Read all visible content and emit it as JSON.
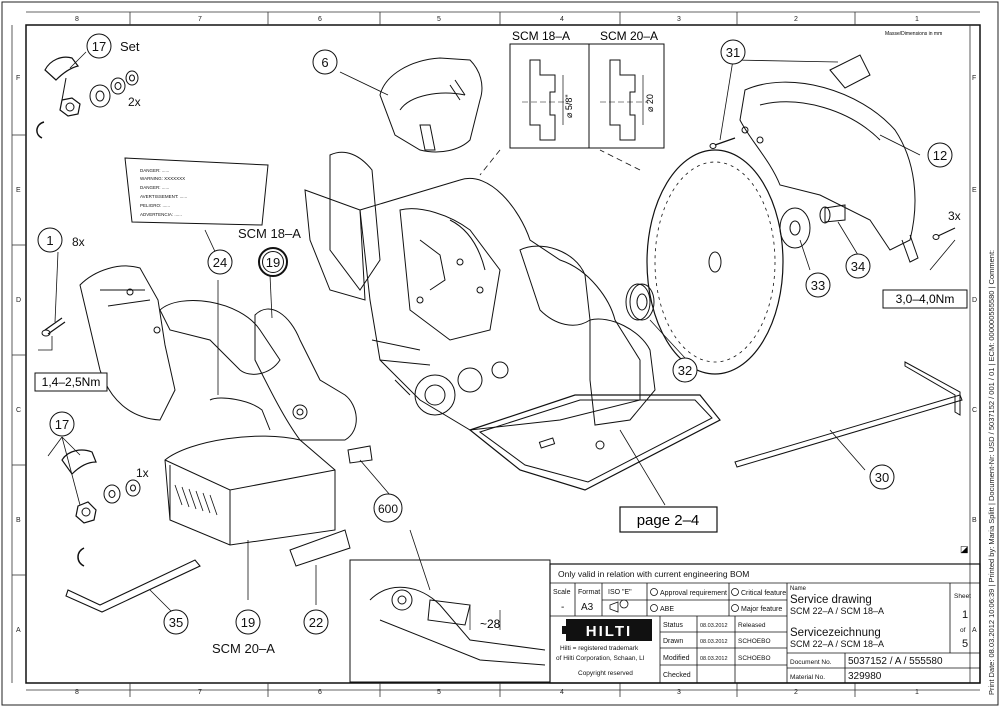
{
  "sheet": {
    "dimension_note": "Masse/Dimensions in mm",
    "side_strip": "Print Date: 08.03.2012 10:06:39 | Printed by: Maria Splitt | Document-Nr: USD / 5037152 / 001 / 01 | ECM: 000000555580 | Comment:",
    "columns": [
      "8",
      "7",
      "6",
      "5",
      "4",
      "3",
      "2",
      "1"
    ],
    "rows": [
      "F",
      "E",
      "D",
      "C",
      "B",
      "A"
    ]
  },
  "callouts": {
    "c1": "1",
    "c1_qty": "8x",
    "c1_torque": "1,4–2,5Nm",
    "c6": "6",
    "c12": "12",
    "c12_qty": "3x",
    "c12_torque": "3,0–4,0Nm",
    "c17a": "17",
    "c17a_set": "Set",
    "c17a_qty": "2x",
    "c17b": "17",
    "c17b_qty": "1x",
    "c19a": "19",
    "c19a_label": "SCM 18–A",
    "c19b": "19",
    "c19b_label": "SCM 20–A",
    "c22": "22",
    "c24": "24",
    "c30": "30",
    "c31": "31",
    "c32": "32",
    "c33": "33",
    "c34": "34",
    "c35": "35",
    "c600": "600",
    "page_ref": "page 2–4",
    "detail_dim": "~28"
  },
  "detail": {
    "scm18": "SCM 18–A",
    "scm20": "SCM 20–A",
    "dim18": "⌀ 5/8\"",
    "dim20": "⌀ 20"
  },
  "label_plate": {
    "lines": [
      "DANGER: ......",
      "WARNING: XXXXXXX",
      "DANGER: ......",
      "AVERTISSEMENT: ......",
      "PELIGRO: ......",
      "ADVERTENCIA: ......"
    ]
  },
  "title_block": {
    "validity": "Only valid in relation with current engineering BOM",
    "scale_label": "Scale",
    "scale_value": "-",
    "format_label": "Format",
    "format_value": "A3",
    "iso_label": "ISO \"E\"",
    "approval": "Approval requirement",
    "abe": "ABE",
    "critical": "Critical feature",
    "major": "Major feature",
    "logo": "HILTI",
    "trademark_1": "Hilti = registered trademark",
    "trademark_2": "of Hilti Corporation, Schaan, LI",
    "copyright": "Copyright reserved",
    "status_label": "Status",
    "status_date": "08.03.2012",
    "status_value": "Released",
    "drawn_label": "Drawn",
    "drawn_date": "08.03.2012",
    "drawn_value": "SCHOEBO",
    "modified_label": "Modified",
    "modified_date": "08.03.2012",
    "modified_value": "SCHOEBO",
    "checked_label": "Checked",
    "name_label": "Name",
    "title_en": "Service drawing",
    "subtitle_en": "SCM 22–A / SCM 18–A",
    "title_de": "Servicezeichnung",
    "subtitle_de": "SCM 22–A / SCM 18–A",
    "docno_label": "Document No.",
    "docno_value": "5037152 / A / 555580",
    "material_label": "Material No.",
    "material_value": "329980",
    "sheet_label": "Sheet",
    "sheet_value": "1",
    "of_label": "of",
    "sheet_total": "5"
  }
}
